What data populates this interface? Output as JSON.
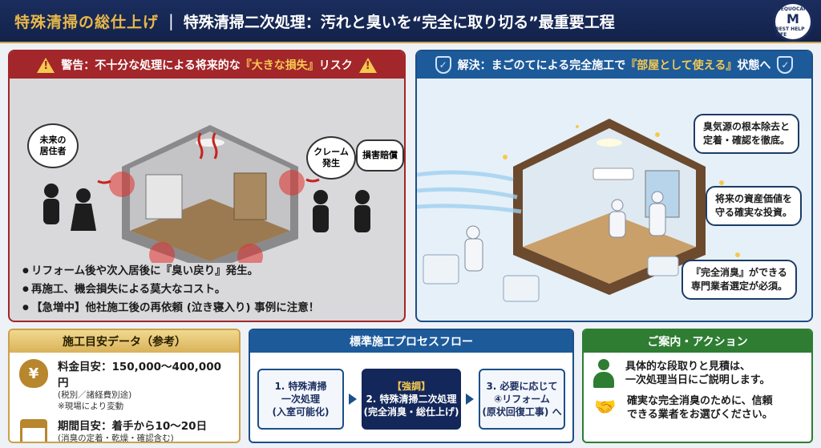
{
  "header": {
    "title": "特殊清掃の総仕上げ",
    "separator": "|",
    "subtitle": "特殊清掃二次処理：汚れと臭いを“完全に取り切る”最重要工程",
    "logo_text": "MEQUOCAFE",
    "logo_sub": "BEST HELP LIFE",
    "logo_mark": "M"
  },
  "left_panel": {
    "title_pre": "警告：不十分な処理による将来的な",
    "title_em": "『大きな損失』",
    "title_post": "リスク",
    "warn_mark": "!",
    "bubble_future": "未来の\n居住者",
    "bubble_claim": "クレーム\n発生",
    "bubble_damage": "損害賠償",
    "bullets": [
      "リフォーム後や次入居後に『臭い戻り』発生。",
      "再施工、機会損失による莫大なコスト。",
      "【急増中】他社施工後の再依頼 (泣き寝入り) 事例に注意！"
    ]
  },
  "right_panel": {
    "title_pre": "解決：まごのてによる完全施工で",
    "title_em": "『部屋として使える』",
    "title_post": "状態へ",
    "shield_mark": "✓",
    "callouts": [
      "臭気源の根本除去と\n定着・確認を徹底。",
      "将来の資産価値を\n守る確実な投資。",
      "『完全消臭』ができる\n専門業者選定が必須。"
    ]
  },
  "cost_box": {
    "title": "施工目安データ（参考）",
    "price_label": "料金目安：150,000〜400,000円",
    "price_note1": "(税別／諸経費別途)",
    "price_note2": "※現場により変動",
    "period_label": "期間目安：着手から10〜20日",
    "period_note": "(消臭の定着・乾燥・確認含む)",
    "yen_mark": "¥"
  },
  "flow_box": {
    "title": "標準施工プロセスフロー",
    "steps": [
      {
        "l1": "1. 特殊清掃",
        "l2": "一次処理",
        "l3": "(入室可能化)"
      },
      {
        "tag": "【強調】",
        "l1": "2. 特殊清掃二次処理",
        "l2": "(完全消臭・総仕上げ)"
      },
      {
        "l1": "3. 必要に応じて",
        "l2": "④リフォーム",
        "l3": "(原状回復工事) へ"
      }
    ]
  },
  "action_box": {
    "title": "ご案内・アクション",
    "items": [
      "具体的な段取りと見積は、\n一次処理当日にご説明します。",
      "確実な完全消臭のために、信頼\nできる業者をお選びください。"
    ]
  },
  "colors": {
    "navy": "#1b2d5e",
    "red": "#a3262a",
    "gold": "#c9a24a",
    "green": "#2e7d32",
    "blue": "#1d5a9a"
  }
}
